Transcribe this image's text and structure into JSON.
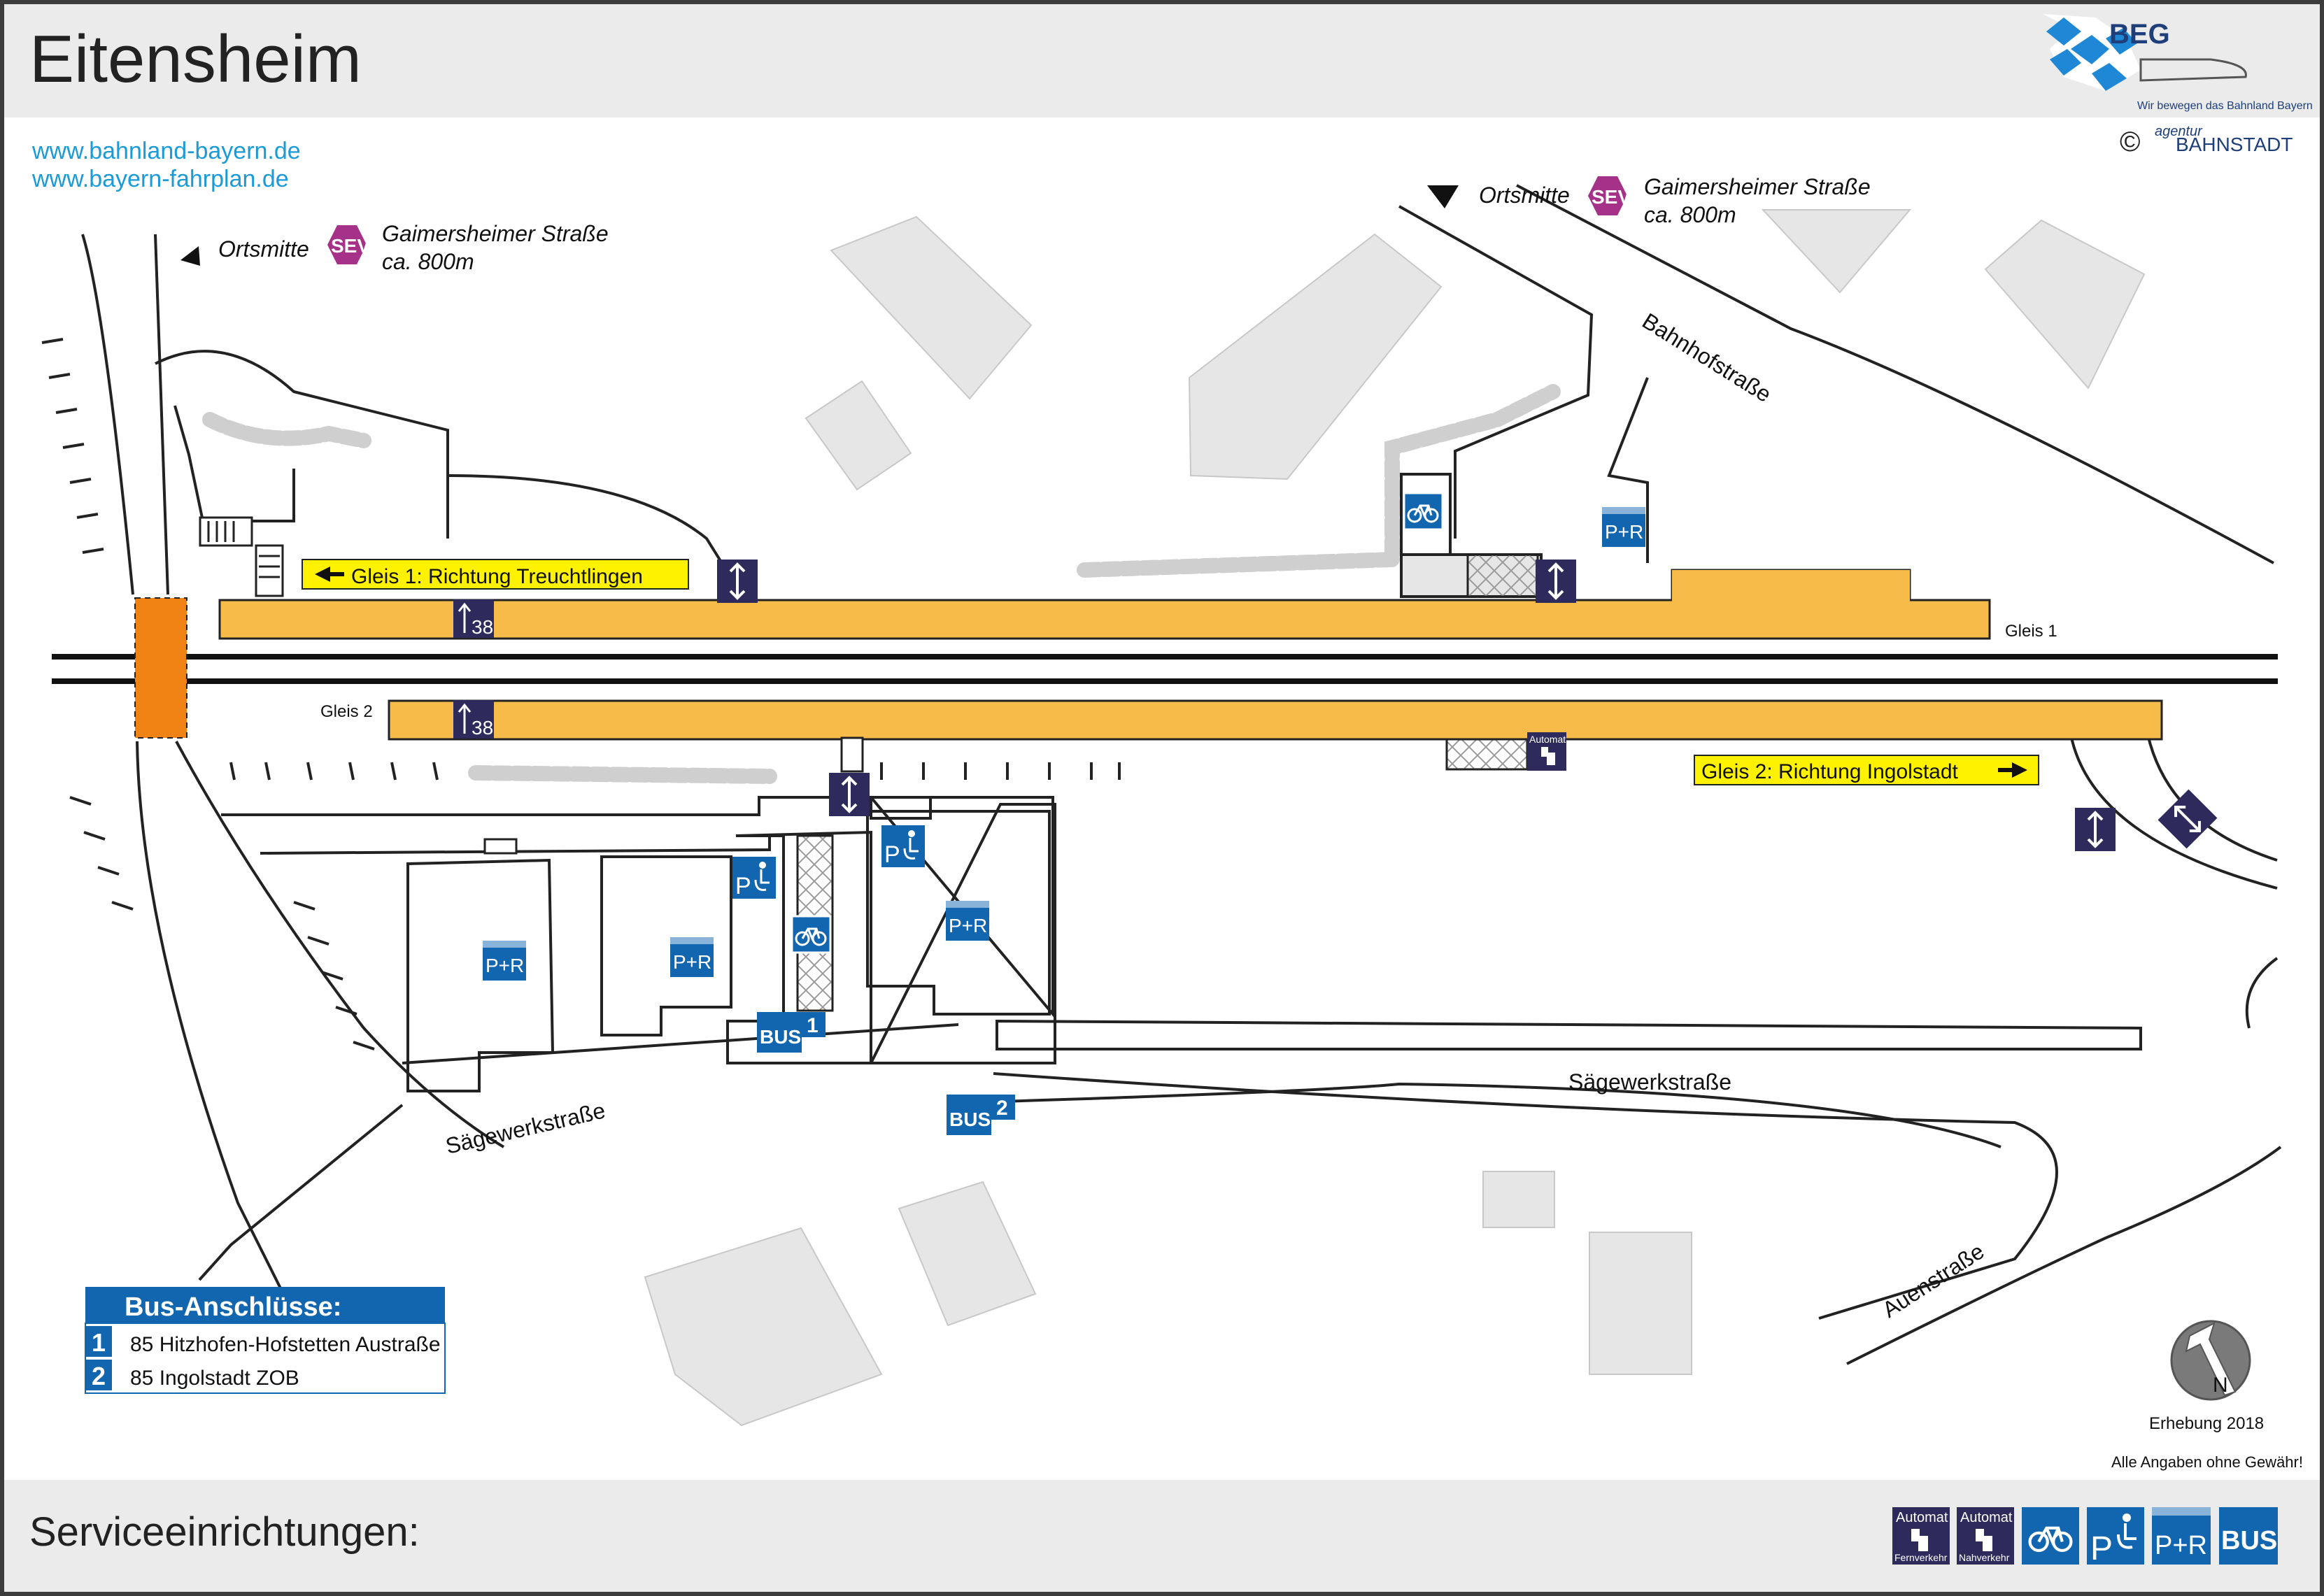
{
  "header": {
    "title": "Eitensheim",
    "brand_name": "BEG",
    "brand_tagline": "Wir bewegen das Bahnland Bayern",
    "copyright_symbol": "©",
    "credit_small": "agentur",
    "credit_name": "BAHNSTADT"
  },
  "links": [
    "www.bahnland-bayern.de",
    "www.bayern-fahrplan.de"
  ],
  "ortsmitte_west": {
    "label": "Ortsmitte",
    "sev_badge": "SEV",
    "street": "Gaimersheimer Straße",
    "distance": "ca. 800m"
  },
  "ortsmitte_east": {
    "label": "Ortsmitte",
    "sev_badge": "SEV",
    "street": "Gaimersheimer Straße",
    "distance": "ca. 800m"
  },
  "platforms": {
    "gleis1_label": "Gleis 1",
    "gleis2_label": "Gleis 2",
    "direction1": "Gleis 1: Richtung Treuchtlingen",
    "direction2": "Gleis 2: Richtung Ingolstadt",
    "platform_height": "38"
  },
  "streets": {
    "bahnhofstrasse": "Bahnhofstraße",
    "saegewerk_west": "Sägewerkstraße",
    "saegewerk_east": "Sägewerkstraße",
    "auenstrasse": "Auenstraße"
  },
  "signs": {
    "pr": "P+R",
    "p": "P",
    "bus": "BUS",
    "bus_stop_1": "1",
    "bus_stop_2": "2",
    "automat": "Automat"
  },
  "bus_legend": {
    "title": "Bus-Anschlüsse:",
    "rows": [
      {
        "num": "1",
        "text": "85 Hitzhofen-Hofstetten Austraße"
      },
      {
        "num": "2",
        "text": "85 Ingolstadt ZOB"
      }
    ]
  },
  "footer": {
    "survey": "Erhebung 2018",
    "disclaimer": "Alle Angaben ohne Gewähr!",
    "services_title": "Serviceeinrichtungen:",
    "compass_letter": "N",
    "service_icons": [
      {
        "name": "automat-fernverkehr",
        "top": "Automat",
        "bottom": "Fernverkehr"
      },
      {
        "name": "automat-nahverkehr",
        "top": "Automat",
        "bottom": "Nahverkehr"
      },
      {
        "name": "bike-parking",
        "top": "",
        "bottom": ""
      },
      {
        "name": "disabled-parking",
        "top": "P",
        "bottom": ""
      },
      {
        "name": "park-and-ride",
        "top": "P+R",
        "bottom": ""
      },
      {
        "name": "bus",
        "top": "BUS",
        "bottom": ""
      }
    ]
  },
  "colors": {
    "platform": "#f7bb49",
    "crossing": "#f08314",
    "direction_bg": "#fff200",
    "navy": "#2e2a5c",
    "service_blue": "#1266b0",
    "sev_magenta": "#a53189",
    "link_blue": "#1a9ad7",
    "building_gray": "#e6e6e6",
    "band_gray": "#ebebeb"
  }
}
